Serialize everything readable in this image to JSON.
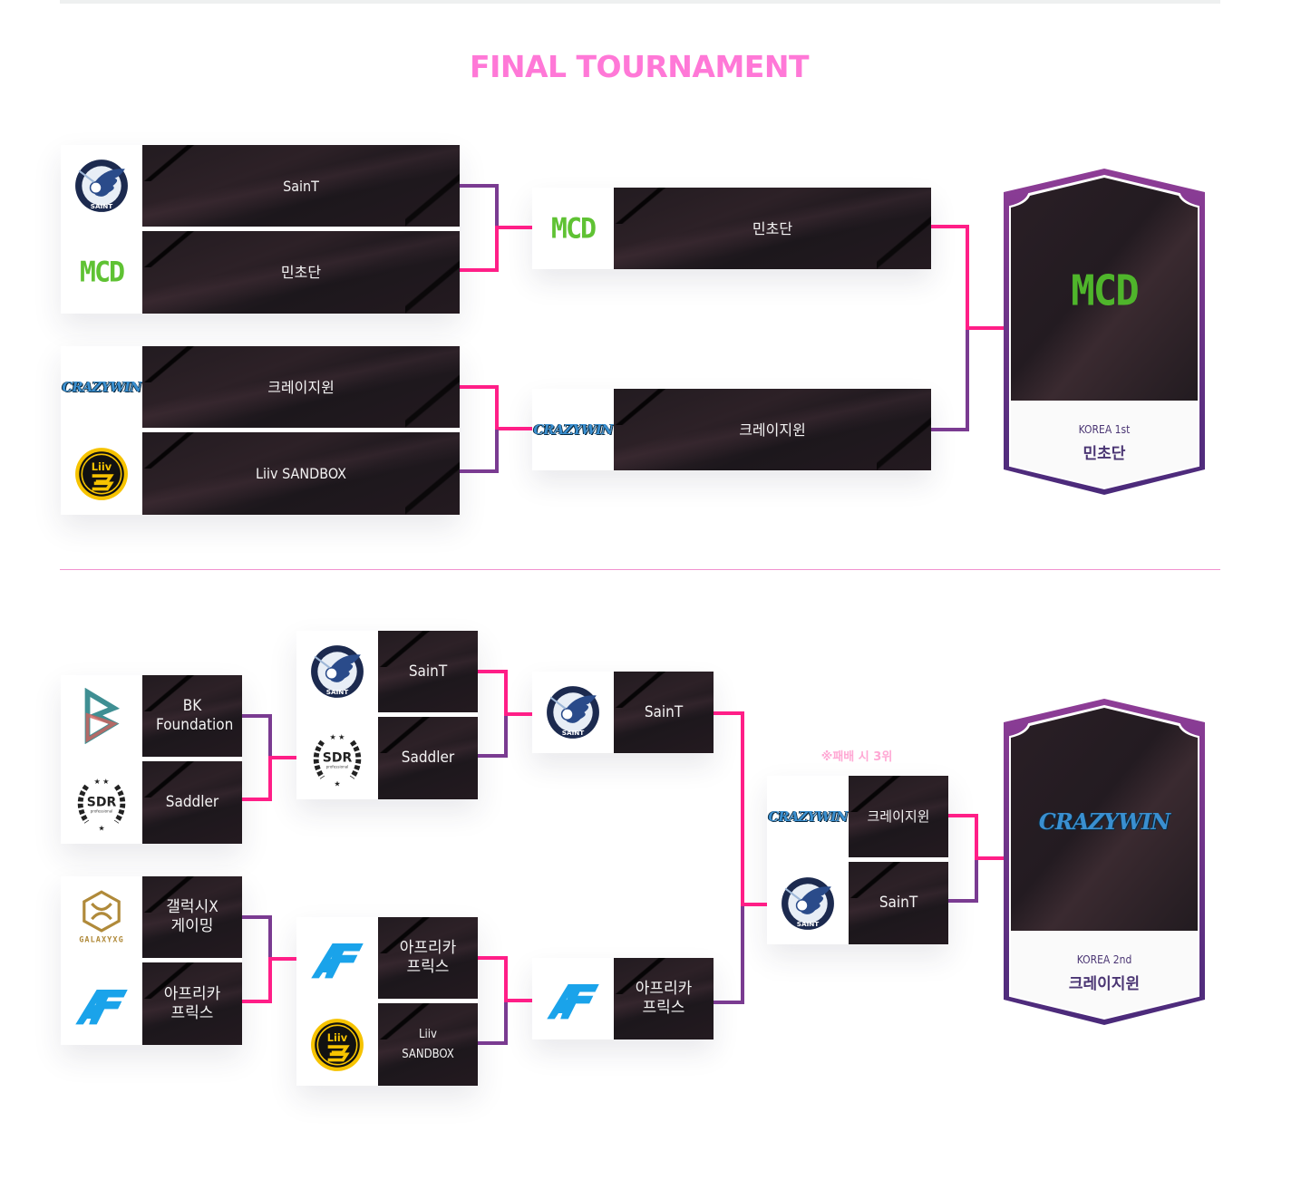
{
  "title": "FINAL TOURNAMENT",
  "colors": {
    "title": "#ff78d7",
    "winner_line": "#ff1e87",
    "loser_line": "#7a3b91",
    "divider": "#f291cf",
    "card_frame": "#7a3b91"
  },
  "upper_bracket": {
    "round1": [
      {
        "teams": [
          {
            "name": "SainT",
            "logo": "saint-logo",
            "result": "lose"
          },
          {
            "name": "민초단",
            "logo": "mcd-logo",
            "result": "win"
          }
        ]
      },
      {
        "teams": [
          {
            "name": "크레이지윈",
            "logo": "crazywin-logo",
            "result": "win"
          },
          {
            "name": "Liiv SANDBOX",
            "logo": "liiv-sandbox-logo",
            "result": "lose"
          }
        ]
      }
    ],
    "round2": [
      {
        "name": "민초단",
        "logo": "mcd-logo",
        "result": "win"
      },
      {
        "name": "크레이지윈",
        "logo": "crazywin-logo",
        "result": "lose"
      }
    ],
    "champion": {
      "rank_label": "KOREA 1st",
      "name": "민초단",
      "logo": "mcd-logo",
      "logo_text": "MCD"
    }
  },
  "lower_bracket": {
    "round1": [
      {
        "teams": [
          {
            "name": "BK Foundation",
            "logo": "bk-foundation-logo",
            "result": "lose"
          },
          {
            "name": "Saddler",
            "logo": "sdr-logo",
            "result": "win"
          }
        ]
      },
      {
        "teams": [
          {
            "name": "갤럭시X 게이밍",
            "logo": "galaxyxg-logo",
            "result": "lose"
          },
          {
            "name": "아프리카 프릭스",
            "logo": "af-logo",
            "result": "win"
          }
        ]
      }
    ],
    "round2": [
      {
        "teams": [
          {
            "name": "SainT",
            "logo": "saint-logo",
            "result": "win"
          },
          {
            "name": "Saddler",
            "logo": "sdr-logo",
            "result": "lose"
          }
        ]
      },
      {
        "teams": [
          {
            "name": "아프리카 프릭스",
            "logo": "af-logo",
            "result": "win"
          },
          {
            "name": "Liiv SANDBOX",
            "logo": "liiv-sandbox-logo",
            "result": "lose"
          }
        ]
      }
    ],
    "round3": [
      {
        "name": "SainT",
        "logo": "saint-logo",
        "result": "win"
      },
      {
        "name": "아프리카 프릭스",
        "logo": "af-logo",
        "result": "lose"
      }
    ],
    "final": {
      "note": "※패배 시 3위",
      "teams": [
        {
          "name": "크레이지윈",
          "logo": "crazywin-logo",
          "result": "win"
        },
        {
          "name": "SainT",
          "logo": "saint-logo",
          "result": "lose"
        }
      ]
    },
    "runner_up": {
      "rank_label": "KOREA 2nd",
      "name": "크레이지윈",
      "logo": "crazywin-logo",
      "logo_text": "CRAZYWIN"
    }
  },
  "logo_text": {
    "mcd": "MCD",
    "crazywin": "CRAZYWIN",
    "saint": "SAINT",
    "liiv": "Liiv",
    "sdr": "SDR",
    "sdr_sub": "professional",
    "galaxy": "GALAXYXG",
    "af": "AF",
    "bk": "B"
  }
}
